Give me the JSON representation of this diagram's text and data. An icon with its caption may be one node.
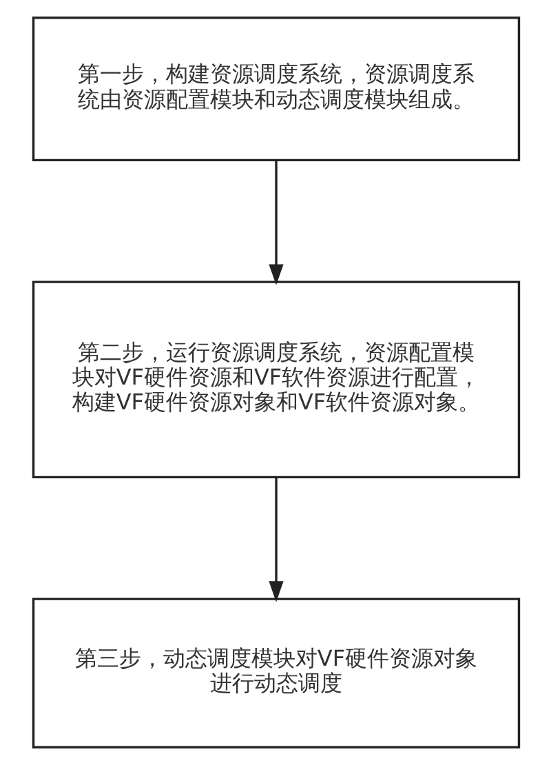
{
  "diagram": {
    "nodes": [
      {
        "text": [
          "第一步，构建资源调度系统，资源调度系统由资源配置模块和动态调度模块组成。"
        ]
      },
      {
        "text": [
          "第二步，运行资源调度系统，资源配置模块对VF硬件资源和VF软件资源进行配置，构建VF硬件资源对象和VF软件资源对象。"
        ]
      },
      {
        "text": [
          "第三步，动态调度模块对VF硬件资源对象进行动态调度"
        ]
      }
    ],
    "edges": [
      {
        "from": 0,
        "to": 1,
        "arrow": "to"
      },
      {
        "from": 1,
        "to": 2,
        "arrow": "to"
      }
    ]
  }
}
